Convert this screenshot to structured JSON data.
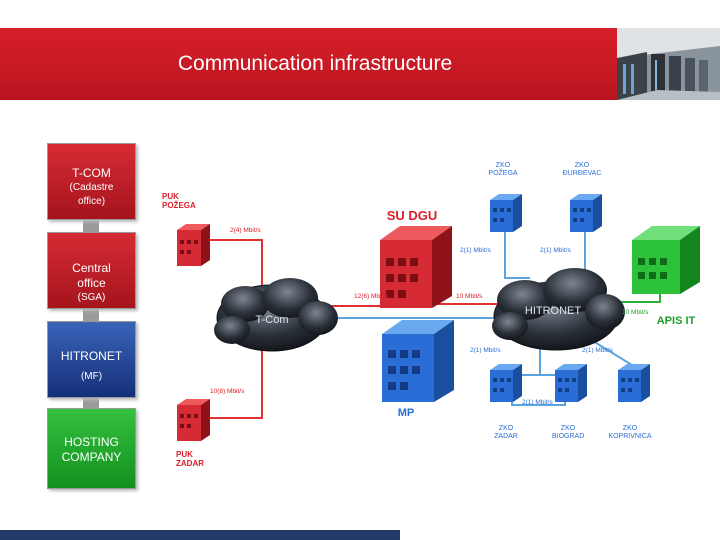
{
  "slide": {
    "title": "Communication infrastructure"
  },
  "flow": {
    "boxes": [
      {
        "line1": "T-COM",
        "line2": "(Cadastre office)",
        "color": "#c41e27"
      },
      {
        "line1": "Central office",
        "line2": "(SGA)",
        "color": "#c41e27"
      },
      {
        "line1": "HITRONET",
        "line2": "(MF)",
        "color": "#1e3f8f"
      },
      {
        "line1": "HOSTING COMPANY",
        "line2": "",
        "color": "#1f9e2a"
      }
    ]
  },
  "network": {
    "clouds": {
      "tcom": "T-Com",
      "hitronet": "HITRONET"
    },
    "nodes": {
      "su_dgu": "SU DGU",
      "mp": "MP",
      "apis_it": "APIS IT",
      "puk_pozega": "PUK POŽEGA",
      "puk_zadar": "PUK ZADAR",
      "zko_pozega": "ZKO POŽEGA",
      "zko_djurdjevac": "ZKO ĐURĐEVAC",
      "zko_zadar": "ZKO ZADAR",
      "zko_biograd": "ZKO BIOGRAD",
      "zko_koprivnica": "ZKO KOPRIVNICA"
    },
    "links": {
      "puk_pozega": "2(4) Mbit/s",
      "puk_zadar": "10(8) Mbit/s",
      "sudgu_tcom": "12(6) Mbit/s",
      "sudgu_hitronet": "10 Mbit/s",
      "zko_pozega": "2(1) Mbit/s",
      "zko_djurdjevac": "2(1) Mbit/s",
      "apis_it": "10 Mbit/s",
      "zko_zadar": "2(1) Mbit/s",
      "zko_koprivnica": "2(1) Mbit/s",
      "zko_biograd": "2(1) Mbit/s"
    }
  },
  "colors": {
    "banner": "#c91a24",
    "red": "#d62b34",
    "blue": "#2a6dd6",
    "green": "#2cc23a",
    "link_red": "#e23030",
    "link_blue": "#5aa5e0",
    "link_green": "#2cb23a"
  }
}
